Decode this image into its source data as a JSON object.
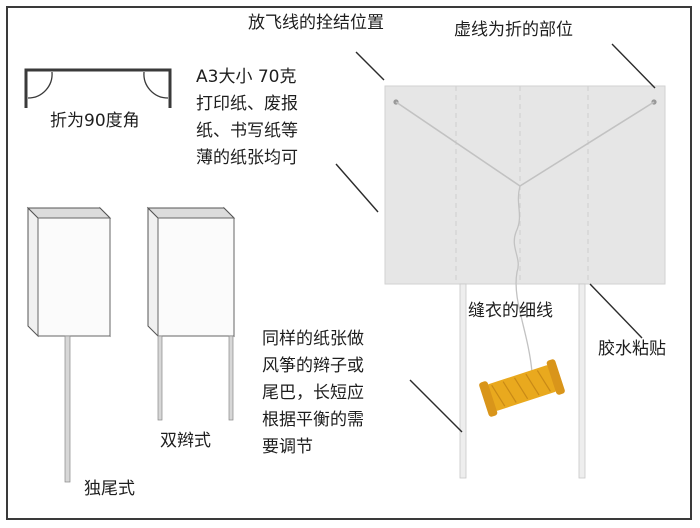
{
  "labels": {
    "tie_position": "放飞线的拴结位置",
    "dashed_fold": "虚线为折的部位",
    "fold_90": "折为90度角",
    "thread": "缝衣的细线",
    "glue": "胶水粘贴",
    "double_tail": "双辫式",
    "single_tail": "独尾式"
  },
  "paper_note": {
    "lines": [
      "A3大小 70克",
      "打印纸、废报",
      "纸、书写纸等",
      "薄的纸张均可"
    ]
  },
  "tail_note": {
    "lines": [
      "同样的纸张做",
      "风筝的辫子或",
      "尾巴，长短应",
      "根据平衡的需",
      "要调节"
    ]
  },
  "colors": {
    "kite_fill": "#e6e6e6",
    "kite_edge": "#d2d2d2",
    "line": "#2b2b2b",
    "spool": "#e9a91e"
  }
}
